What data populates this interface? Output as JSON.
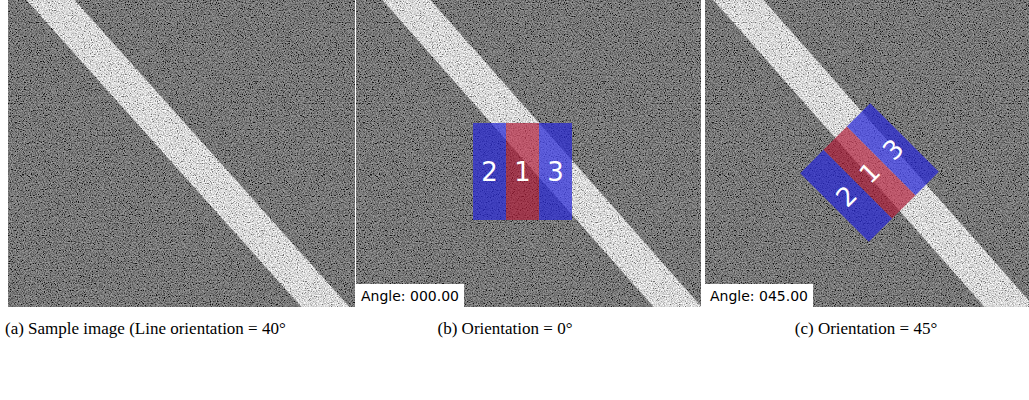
{
  "diagram": {
    "nodes": [
      {
        "text": [
          "2"
        ]
      },
      {
        "text": [
          "1"
        ]
      },
      {
        "text": [
          "3"
        ]
      },
      {
        "text": [
          "Angle: 000.00"
        ]
      },
      {
        "text": [
          "2"
        ]
      },
      {
        "text": [
          "1"
        ]
      },
      {
        "text": [
          "3"
        ]
      },
      {
        "text": [
          "Angle: 045.00"
        ]
      }
    ],
    "labels": [
      "(a) Sample image (Line orientation = 40°",
      "(b) Orientation = 0°",
      "(c) Orientation = 45°"
    ]
  }
}
